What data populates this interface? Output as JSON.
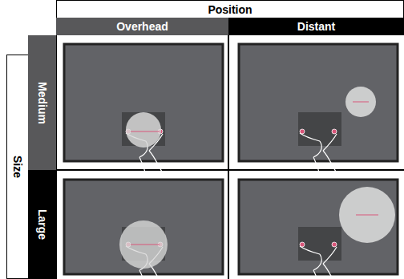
{
  "diagram": {
    "nodes": [
      {
        "text": [
          "Position"
        ]
      },
      {
        "text": [
          "Overhead"
        ]
      },
      {
        "text": [
          "Distant"
        ]
      },
      {
        "text": [
          "Size"
        ]
      },
      {
        "text": [
          "Medium"
        ]
      },
      {
        "text": [
          "Large"
        ]
      }
    ]
  }
}
